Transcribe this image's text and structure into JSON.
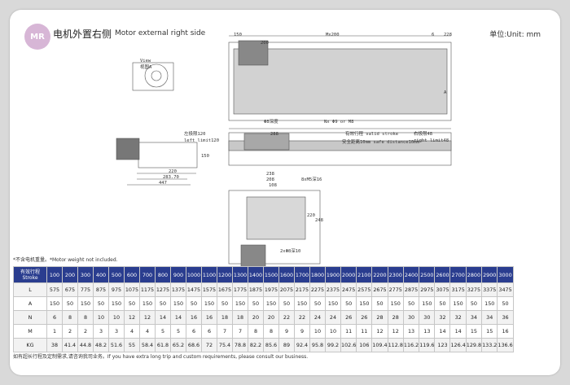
{
  "header": {
    "badge": "MR",
    "title_cn": "电机外置右侧",
    "title_en": "Motor external right side",
    "unit": "单位:Unit: mm"
  },
  "drawing": {
    "dims": {
      "d150": "150",
      "d200": "200",
      "mx200": "Mx200",
      "d228": "228",
      "d6": "6",
      "view": "View",
      "viewA": "视图A",
      "phi8": "Φ8深度",
      "nx_phi9": "Nx Φ9 or M8",
      "left_limit": "左极限120",
      "left_limit_en": "left limit120",
      "d288": "288",
      "stroke": "有效行程 valid stroke",
      "safe": "安全距离10mm safe distance10mm",
      "right_limit": "右极限48",
      "right_limit_en": "right limit48",
      "d150b": "150",
      "d220": "220",
      "d283": "283.70",
      "d447": "447",
      "d238": "238",
      "d208": "208",
      "d108": "108",
      "m5": "8xM5深16",
      "d220b": "220",
      "d248": "248",
      "m8": "2xΦ8深10",
      "A": "A"
    }
  },
  "note_top": "*不含电机重量。*Motor weight not included.",
  "note_bottom": "如有超长行程及定制需求,请咨询我司业务。If you have extra long trip and custom requirements, please consult our business.",
  "table": {
    "head_cn": "有效行程",
    "head_en": "Stroke",
    "strokes": [
      "100",
      "200",
      "300",
      "400",
      "500",
      "600",
      "700",
      "800",
      "900",
      "1000",
      "1100",
      "1200",
      "1300",
      "1400",
      "1500",
      "1600",
      "1700",
      "1800",
      "1900",
      "2000",
      "2100",
      "2200",
      "2300",
      "2400",
      "2500",
      "2600",
      "2700",
      "2800",
      "2900",
      "3000"
    ],
    "rows": [
      {
        "label": "L",
        "values": [
          "575",
          "675",
          "775",
          "875",
          "975",
          "1075",
          "1175",
          "1275",
          "1375",
          "1475",
          "1575",
          "1675",
          "1775",
          "1875",
          "1975",
          "2075",
          "2175",
          "2275",
          "2375",
          "2475",
          "2575",
          "2675",
          "2775",
          "2875",
          "2975",
          "3075",
          "3175",
          "3275",
          "3375",
          "3475"
        ]
      },
      {
        "label": "A",
        "values": [
          "150",
          "50",
          "150",
          "50",
          "150",
          "50",
          "150",
          "50",
          "150",
          "50",
          "150",
          "50",
          "150",
          "50",
          "150",
          "50",
          "150",
          "50",
          "150",
          "50",
          "150",
          "50",
          "150",
          "50",
          "150",
          "50",
          "150",
          "50",
          "150",
          "50"
        ]
      },
      {
        "label": "N",
        "values": [
          "6",
          "8",
          "8",
          "10",
          "10",
          "12",
          "12",
          "14",
          "14",
          "16",
          "16",
          "18",
          "18",
          "20",
          "20",
          "22",
          "22",
          "24",
          "24",
          "26",
          "26",
          "28",
          "28",
          "30",
          "30",
          "32",
          "32",
          "34",
          "34",
          "36"
        ]
      },
      {
        "label": "M",
        "values": [
          "1",
          "2",
          "2",
          "3",
          "3",
          "4",
          "4",
          "5",
          "5",
          "6",
          "6",
          "7",
          "7",
          "8",
          "8",
          "9",
          "9",
          "10",
          "10",
          "11",
          "11",
          "12",
          "12",
          "13",
          "13",
          "14",
          "14",
          "15",
          "15",
          "16"
        ]
      },
      {
        "label": "KG",
        "values": [
          "38",
          "41.4",
          "44.8",
          "48.2",
          "51.6",
          "55",
          "58.4",
          "61.8",
          "65.2",
          "68.6",
          "72",
          "75.4",
          "78.8",
          "82.2",
          "85.6",
          "89",
          "92.4",
          "95.8",
          "99.2",
          "102.6",
          "106",
          "109.4",
          "112.8",
          "116.2",
          "119.6",
          "123",
          "126.4",
          "129.8",
          "133.2",
          "136.6"
        ]
      }
    ]
  }
}
